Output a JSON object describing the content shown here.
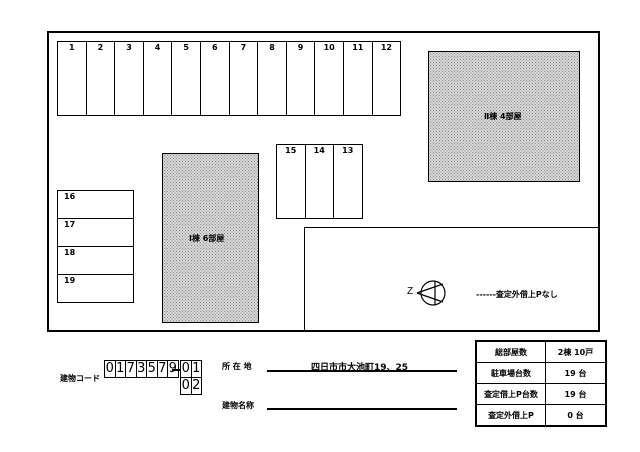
{
  "site_plan": {
    "top_stalls": [
      "1",
      "2",
      "3",
      "4",
      "5",
      "6",
      "7",
      "8",
      "9",
      "10",
      "11",
      "12"
    ],
    "middle_stalls": [
      "15",
      "14",
      "13"
    ],
    "left_stalls": [
      "16",
      "17",
      "18",
      "19"
    ],
    "building_1": {
      "label": "Ⅰ棟 6部屋"
    },
    "building_2": {
      "label": "Ⅱ棟 4部屋"
    },
    "compass": {
      "letter": "Z",
      "icon": "north-arrow-icon"
    },
    "legend": {
      "text": "------査定外借上Pなし"
    }
  },
  "building_code": {
    "label": "建物コード",
    "digits": [
      "0",
      "1",
      "7",
      "3",
      "5",
      "7",
      "9"
    ],
    "suffix_row1": [
      "0",
      "1"
    ],
    "suffix_row2": [
      "0",
      "2"
    ]
  },
  "address": {
    "label": "所 在 地",
    "value": "四日市市大池町19、25"
  },
  "building_name": {
    "label": "建物名称",
    "value": ""
  },
  "summary": {
    "rows": [
      {
        "label": "総部屋数",
        "value": "2棟 10戸"
      },
      {
        "label": "駐車場台数",
        "value": "19 台"
      },
      {
        "label": "査定借上P台数",
        "value": "19 台"
      },
      {
        "label": "査定外借上P",
        "value": "0 台"
      }
    ]
  }
}
